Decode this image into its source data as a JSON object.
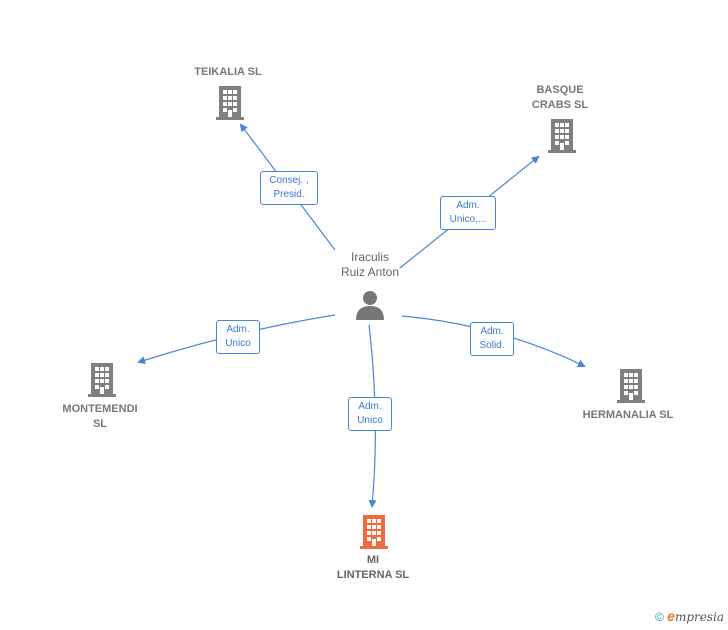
{
  "person": {
    "name": "Iraculis\nRuiz Anton"
  },
  "companies": {
    "teikalia": "TEIKALIA SL",
    "basque": "BASQUE\nCRABS  SL",
    "montemendi": "MONTEMENDI\nSL",
    "hermanalia": "HERMANALIA SL",
    "linterna": "MI\nLINTERNA  SL"
  },
  "roles": {
    "teikalia": "Consej. ,\nPresid.",
    "basque": "Adm.\nUnico,...",
    "montemendi": "Adm.\nUnico",
    "hermanalia": "Adm.\nSolid.",
    "linterna": "Adm.\nUnico"
  },
  "colors": {
    "edge": "#4a86d8",
    "building": "#808080",
    "building_highlight": "#f06a3c",
    "person": "#777777"
  },
  "footer": {
    "copyright": "©",
    "brand_initial": "e",
    "brand_rest": "mpresia"
  }
}
